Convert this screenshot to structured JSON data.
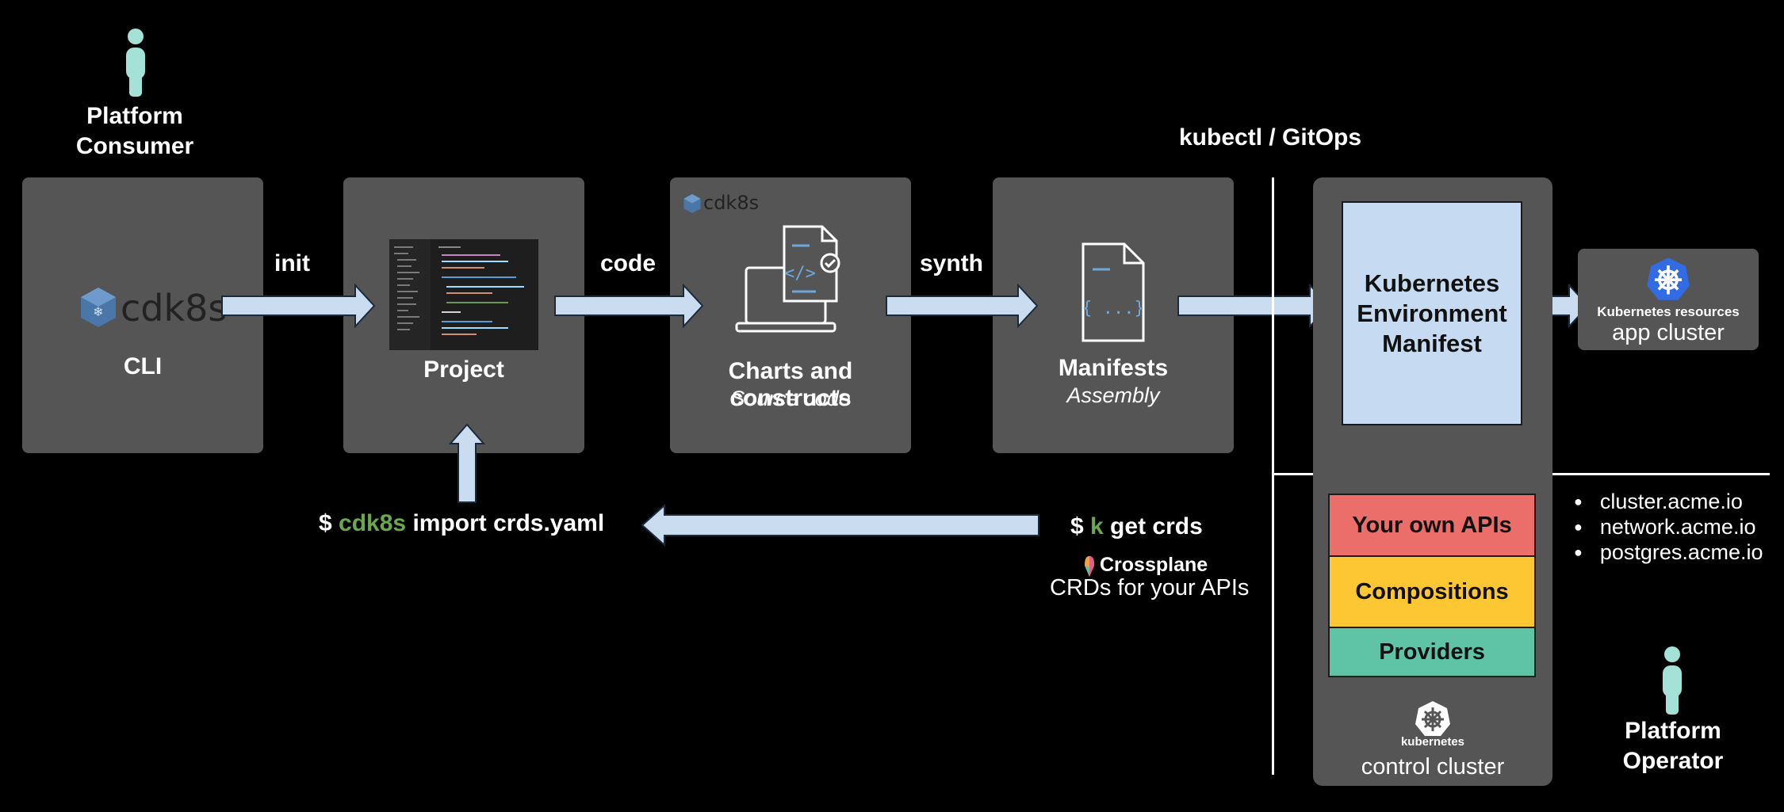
{
  "consumer": {
    "line1": "Platform",
    "line2": "Consumer"
  },
  "operator": {
    "line1": "Platform",
    "line2": "Operator"
  },
  "gitops_label": "kubectl / GitOps",
  "cli_card": {
    "logo_text": "cdk8s",
    "title": "CLI"
  },
  "project_card": {
    "title": "Project"
  },
  "charts_card": {
    "logo_text": "cdk8s",
    "title": "Charts and constructs",
    "subtitle": "Source code"
  },
  "manifests_card": {
    "title": "Manifests",
    "subtitle": "Assembly",
    "doc_glyph": "{ ...}"
  },
  "arrows": {
    "init": "init",
    "code": "code",
    "synth": "synth"
  },
  "import_cmd": {
    "prefix": "$ ",
    "tool": "cdk8s",
    "rest": " import crds.yaml"
  },
  "get_cmd": {
    "prefix": "$ ",
    "tool": "k",
    "rest": " get crds"
  },
  "crossplane": {
    "name": "Crossplane",
    "caption": "CRDs for your APIs"
  },
  "env_manifest": {
    "line1": "Kubernetes",
    "line2": "Environment",
    "line3": "Manifest"
  },
  "app_cluster": {
    "small": "Kubernetes resources",
    "name": "app cluster"
  },
  "layers": {
    "apis": "Your own APIs",
    "compositions": "Compositions",
    "providers": "Providers"
  },
  "control_cluster": {
    "k8s_word": "kubernetes",
    "name": "control cluster"
  },
  "api_groups": [
    "cluster.acme.io",
    "network.acme.io",
    "postgres.acme.io"
  ],
  "colors": {
    "card": "#555555",
    "arrow_fill": "#c9dcf0",
    "manifest_box": "#c6dbf1",
    "apis": "#ec6e6b",
    "compositions": "#fdc633",
    "providers": "#5fc3a6",
    "person": "#a4e1d6",
    "k8s_blue": "#326ce5",
    "cmd_green": "#6aa84f"
  },
  "icons": [
    "person-icon",
    "cdk8s-logo-icon",
    "code-editor-thumbnail",
    "laptop-document-icon",
    "document-icon",
    "kubernetes-helm-icon",
    "crossplane-logo-icon"
  ]
}
